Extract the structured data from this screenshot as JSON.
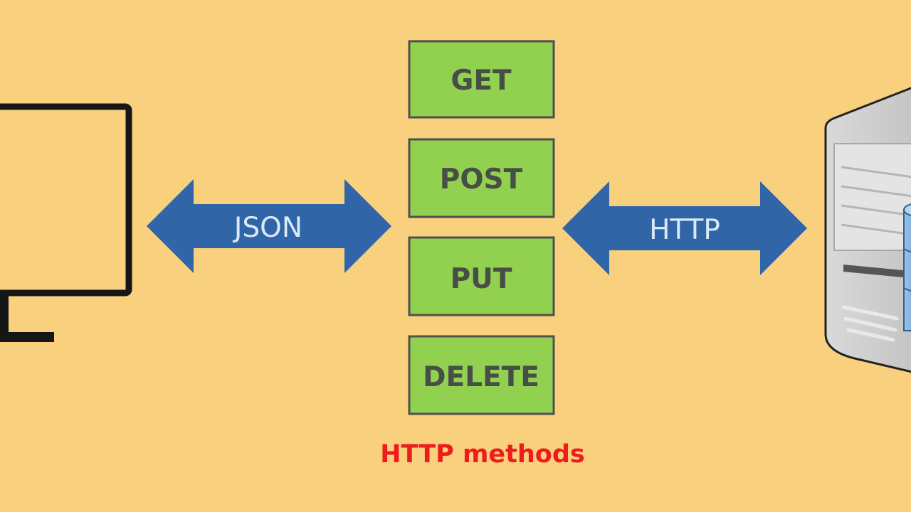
{
  "background": "#f8d07e",
  "client": {
    "icon": "monitor-icon"
  },
  "left_arrow": {
    "label": "JSON",
    "color": "#3066a8"
  },
  "right_arrow": {
    "label": "HTTP",
    "color": "#3066a8"
  },
  "methods": {
    "items": [
      {
        "label": "GET"
      },
      {
        "label": "POST"
      },
      {
        "label": "PUT"
      },
      {
        "label": "DELETE"
      }
    ],
    "box_color": "#92d050",
    "caption": "HTTP methods",
    "caption_color": "#ee1c1c"
  },
  "server": {
    "icon": "server-icon",
    "database_icon": "database-icon"
  }
}
